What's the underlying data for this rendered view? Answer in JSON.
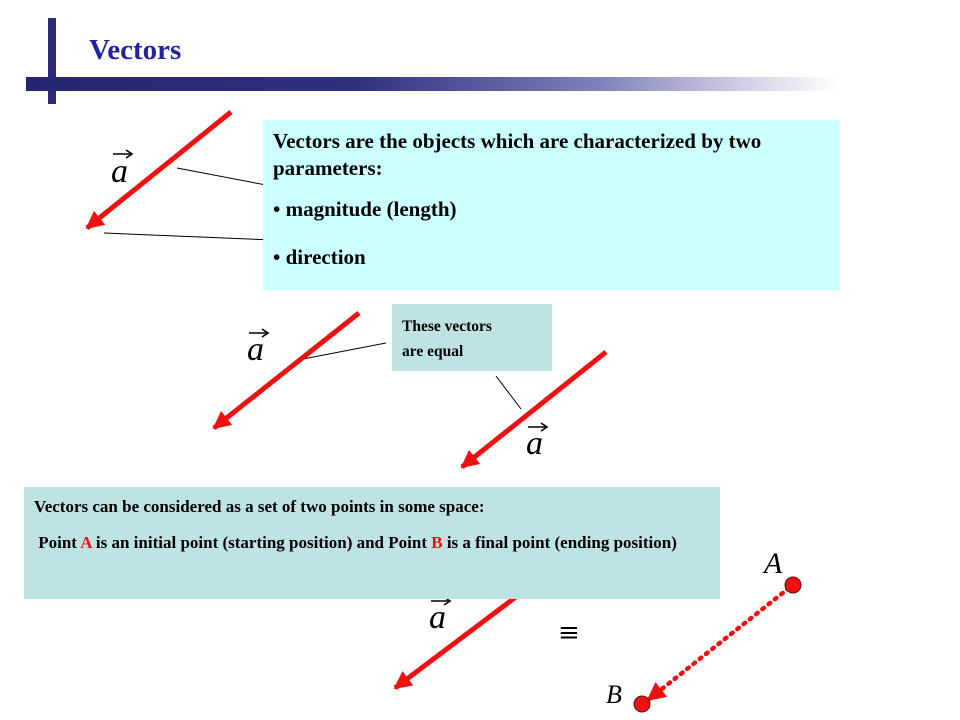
{
  "slide": {
    "title": "Vectors"
  },
  "definition_box": {
    "intro": "Vectors are the objects which are characterized by two parameters:",
    "bullets": [
      "magnitude (length)",
      "direction"
    ],
    "bullet_char": "•"
  },
  "equality_box": {
    "line1": "These vectors",
    "line2": "are equal"
  },
  "points_box": {
    "line1": "Vectors can be considered as a set of two points in some space:",
    "line2_part1": "Point ",
    "point_a": "A",
    "line2_part2": " is an initial point (starting position) and Point ",
    "point_b": "B",
    "line2_part3": " is a final point (ending position)"
  },
  "math": {
    "vector_symbol": "a",
    "equivalence_symbol": "≡",
    "point_a_label": "A",
    "point_b_label": "B"
  },
  "colors": {
    "title": "#2323a0",
    "arrow": "#ee1111",
    "point_highlight": "#ee1111",
    "definition_box": "#ccffff",
    "note_box": "#bfe2e2",
    "header_bar": "#2b2b7a"
  }
}
